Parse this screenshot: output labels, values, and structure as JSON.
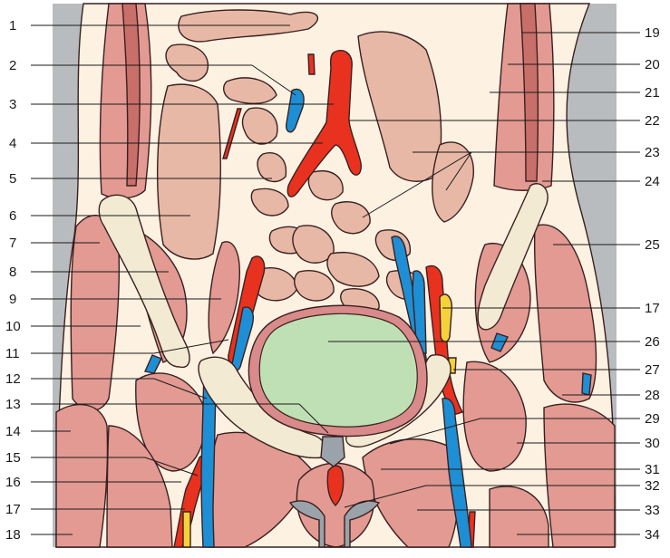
{
  "figure": {
    "left_labels": [
      "1",
      "2",
      "3",
      "4",
      "5",
      "6",
      "7",
      "8",
      "9",
      "10",
      "11",
      "12",
      "13",
      "14",
      "15",
      "16",
      "17",
      "18"
    ],
    "right_labels": [
      "19",
      "20",
      "21",
      "22",
      "23",
      "24",
      "25",
      "17",
      "26",
      "27",
      "28",
      "29",
      "30",
      "31",
      "32",
      "33",
      "34"
    ]
  },
  "colors": {
    "background_side": "#b9bcbf",
    "body_fill": "#fdf1e2",
    "muscle": "#e39a92",
    "muscle_dark": "#c96f69",
    "bowel": "#e8b8a6",
    "artery": "#e8321f",
    "vein": "#1e8fd4",
    "nerve": "#f5d23a",
    "bladder": "#bfe0b4",
    "bladder_wall": "#d98a8a",
    "bone": "#f2ead2",
    "uterus_bg": "#9aa3aa"
  }
}
